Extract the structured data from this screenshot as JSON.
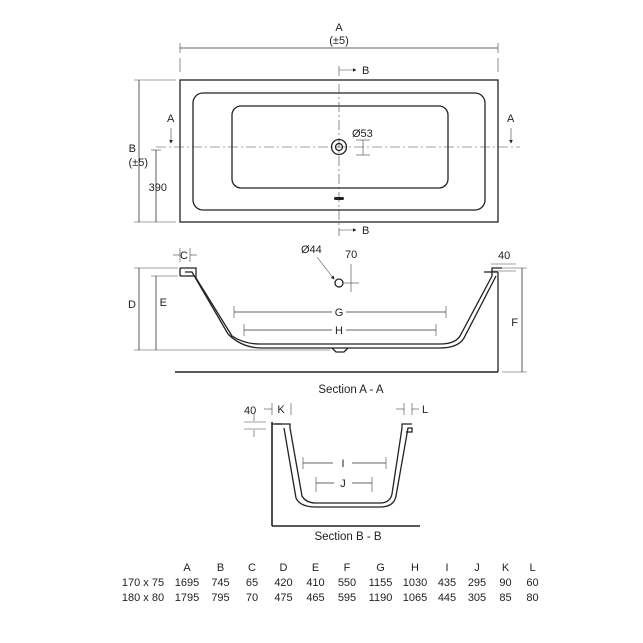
{
  "labels": {
    "A_top": "A",
    "pm5_top": "(±5)",
    "B_left": "B",
    "pm5_left": "(±5)",
    "dim_390": "390",
    "section_B_top": "B",
    "section_B_bottom": "B",
    "section_A_left": "A",
    "section_A_right": "A",
    "waste_dia": "Ø53",
    "overflow_dia": "Ø44",
    "dim_70": "70",
    "dim_40_right": "40",
    "C": "C",
    "D": "D",
    "E": "E",
    "F": "F",
    "G": "G",
    "H": "H",
    "section_aa_title": "Section A - A",
    "dim_40_left": "40",
    "K": "K",
    "L": "L",
    "I": "I",
    "J": "J",
    "section_bb_title": "Section B - B"
  },
  "table": {
    "headers": [
      "",
      "A",
      "B",
      "C",
      "D",
      "E",
      "F",
      "G",
      "H",
      "I",
      "J",
      "K",
      "L"
    ],
    "rows": [
      [
        "170 x 75",
        "1695",
        "745",
        "65",
        "420",
        "410",
        "550",
        "1155",
        "1030",
        "435",
        "295",
        "90",
        "60"
      ],
      [
        "180 x 80",
        "1795",
        "795",
        "70",
        "475",
        "465",
        "595",
        "1190",
        "1065",
        "445",
        "305",
        "85",
        "80"
      ]
    ]
  }
}
